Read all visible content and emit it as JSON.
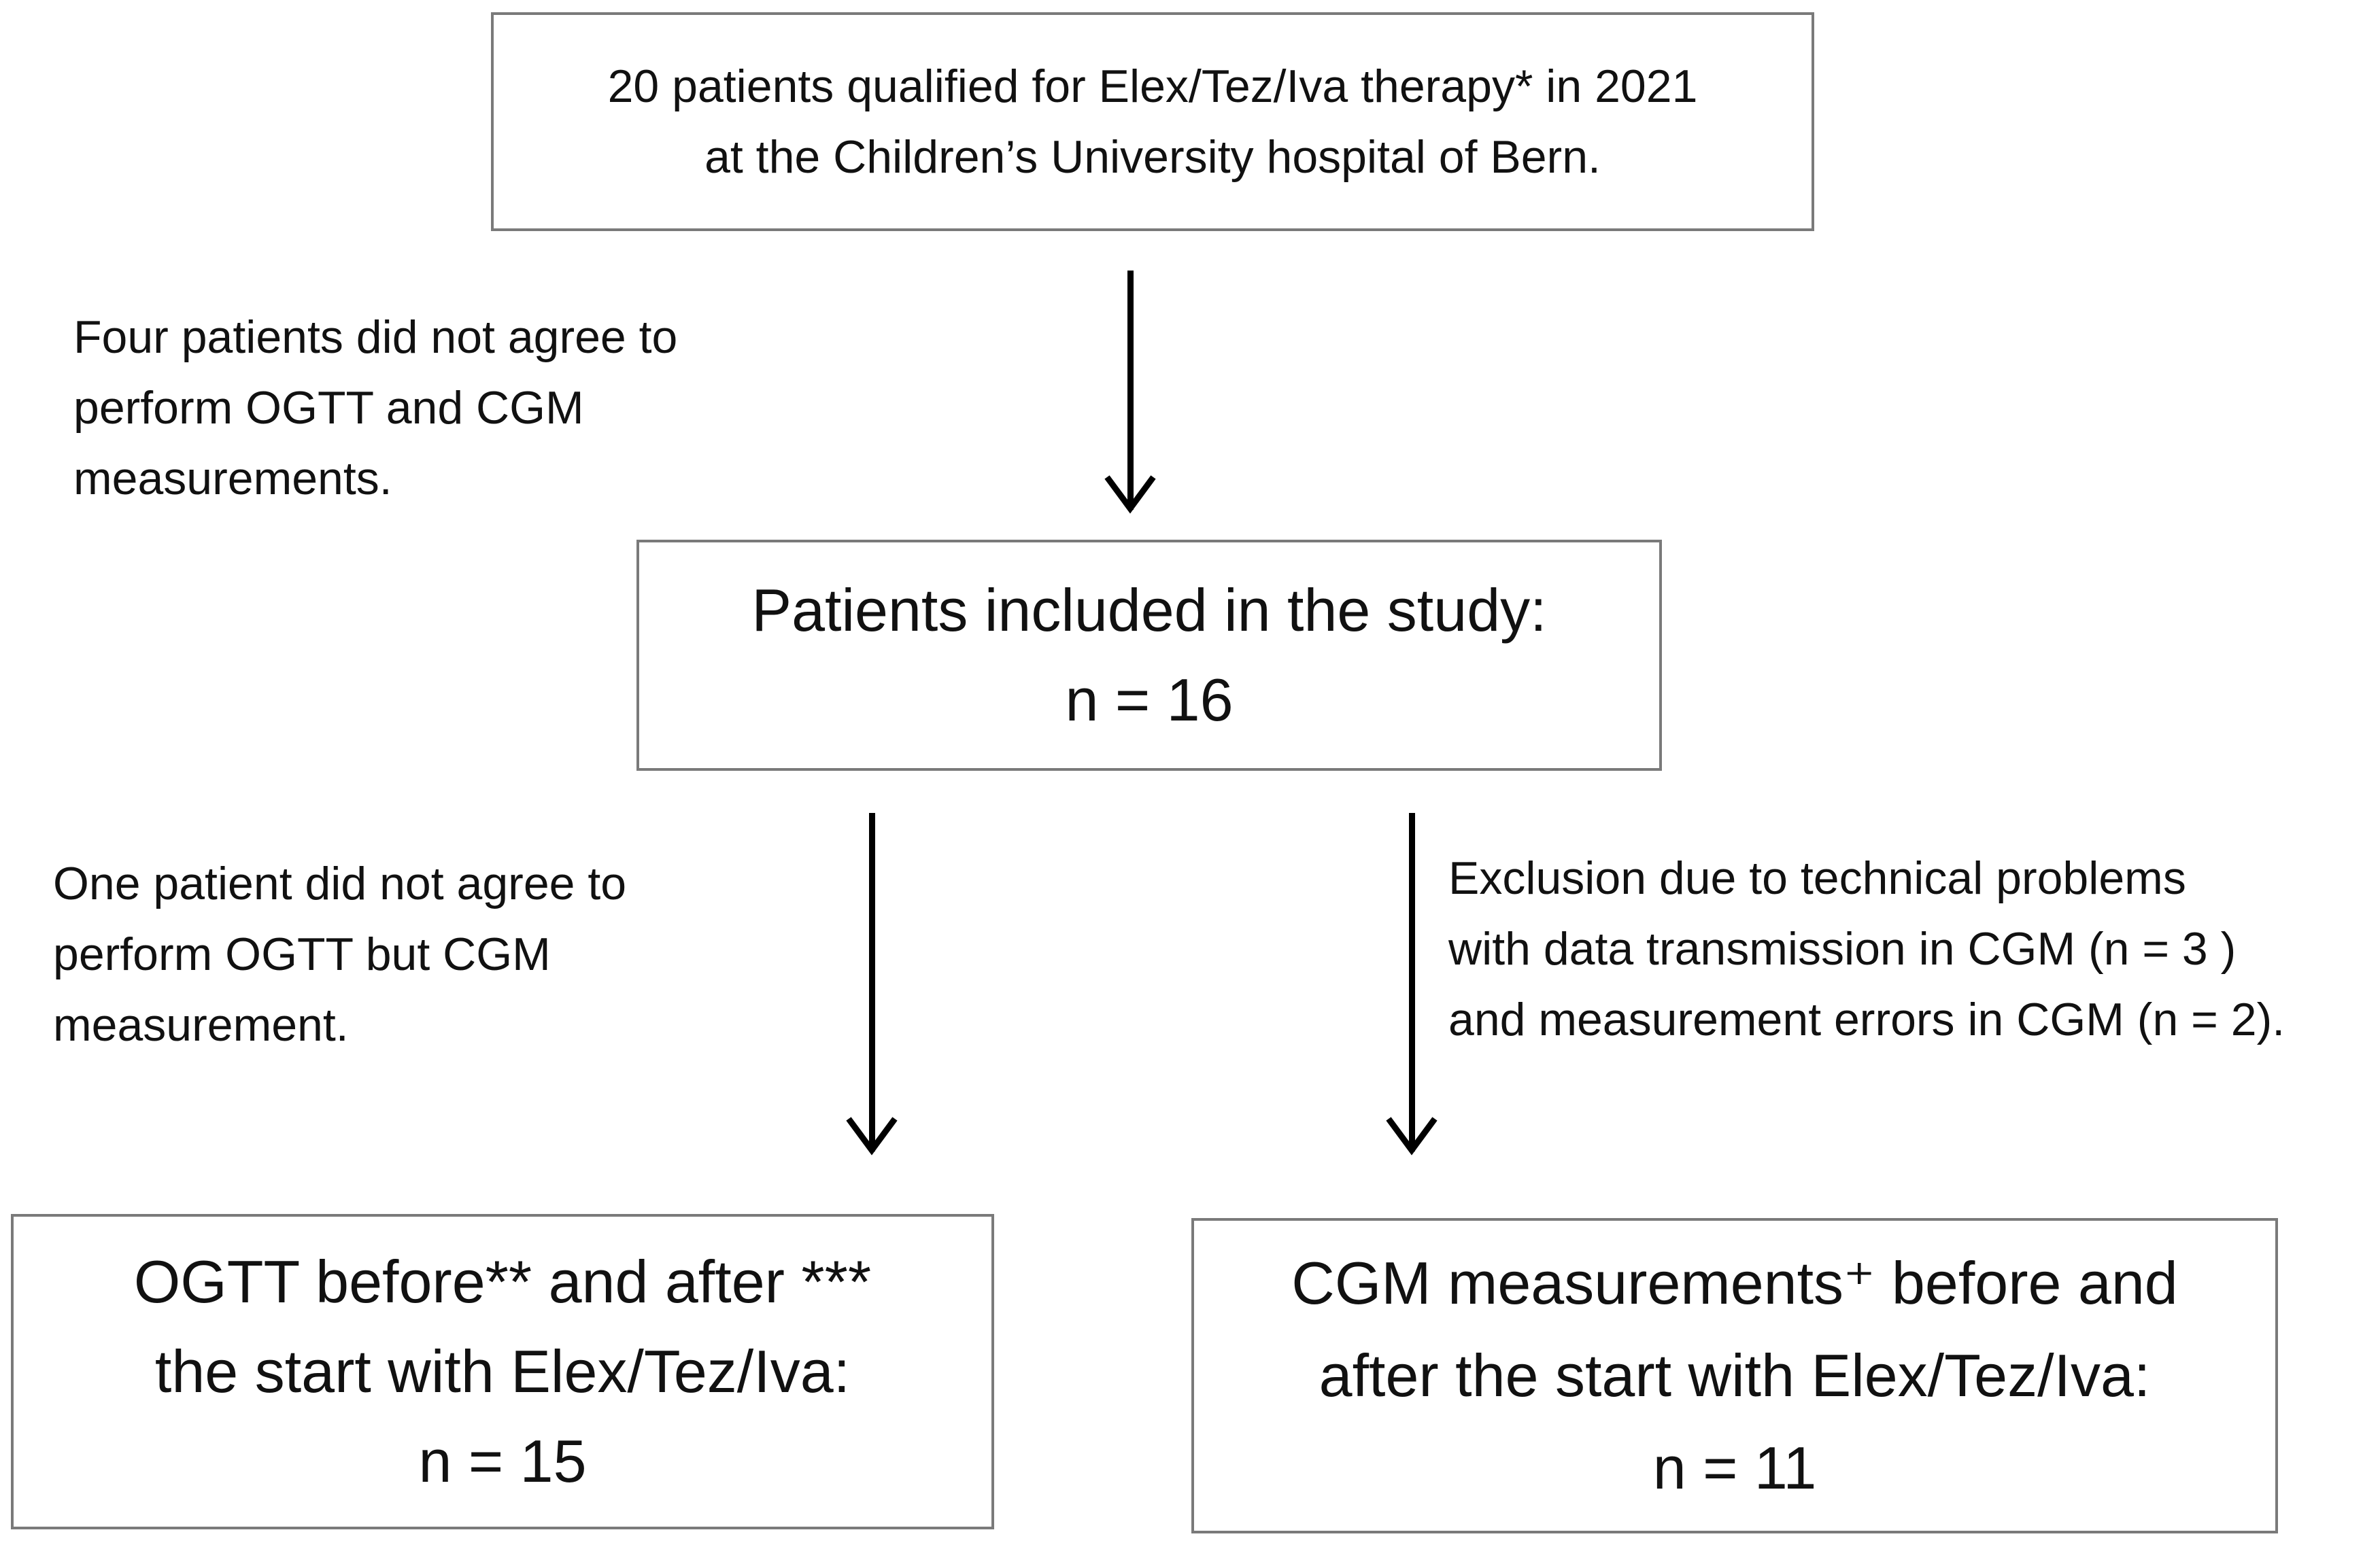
{
  "boxes": {
    "top": {
      "lines": [
        "20 patients qualified for Elex/Tez/Iva therapy* in 2021",
        "at the Children’s University hospital of Bern."
      ]
    },
    "middle": {
      "lines": [
        "Patients included in the study:",
        "n = 16"
      ]
    },
    "left": {
      "lines": [
        "OGTT before** and after ***",
        "the start with Elex/Tez/Iva:",
        "n = 15"
      ]
    },
    "right": {
      "lines": [
        "CGM measurements⁺ before and",
        "after the start with Elex/Tez/Iva:",
        "n = 11"
      ]
    }
  },
  "notes": {
    "exclusion_1": {
      "lines": [
        "Four patients did not agree to",
        "perform OGTT and CGM",
        "measurements."
      ]
    },
    "exclusion_2": {
      "lines": [
        "One patient did not agree to",
        "perform OGTT but CGM",
        "measurement."
      ]
    },
    "exclusion_3": {
      "lines": [
        "Exclusion due to technical problems",
        "with data transmission in CGM (n = 3 )",
        "and measurement errors in CGM (n = 2)."
      ]
    }
  },
  "colors": {
    "box_border": "#7a7a7a",
    "arrow": "#000000",
    "text": "#111111"
  }
}
